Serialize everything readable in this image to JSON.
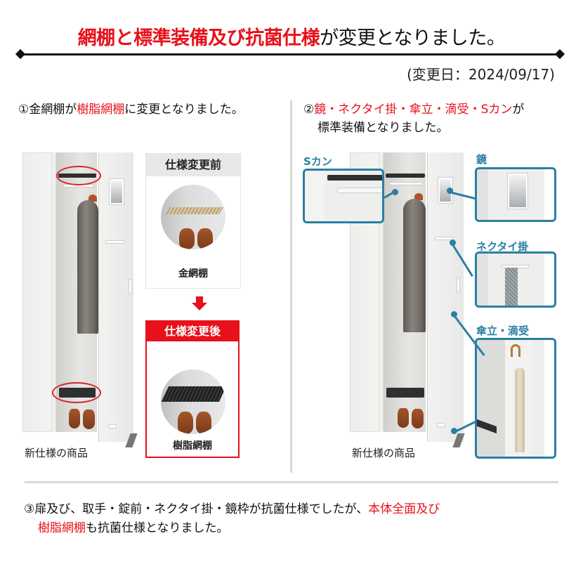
{
  "header": {
    "title_red": "網棚と標準装備及び抗菌仕様",
    "title_black": "が変更となりました。",
    "change_date": "(変更日：2024/09/17)"
  },
  "section1": {
    "number": "①",
    "text_before": "金網棚が",
    "text_red": "樹脂網棚",
    "text_after": "に変更となりました。",
    "before_panel": {
      "header": "仕様変更前",
      "caption": "金網棚"
    },
    "after_panel": {
      "header": "仕様変更後",
      "caption": "樹脂網棚"
    },
    "product_caption": "新仕様の商品"
  },
  "section2": {
    "number": "②",
    "text_red": "鏡・ネクタイ掛・傘立・滴受・Sカン",
    "text_black_1": "が",
    "text_black_2": "標準装備となりました。",
    "callouts": [
      {
        "id": "s-hook",
        "label": "Sカン"
      },
      {
        "id": "mirror",
        "label": "鏡"
      },
      {
        "id": "tie-hanger",
        "label": "ネクタイ掛"
      },
      {
        "id": "umbrella-stand",
        "label": "傘立・滴受"
      }
    ],
    "product_caption": "新仕様の商品"
  },
  "section3": {
    "number": "③",
    "text_black_1": "扉及び、取手・錠前・ネクタイ掛・鏡枠が抗菌仕様でしたが、",
    "text_red_1": "本体全面及び",
    "text_red_2": "樹脂網棚",
    "text_black_2": "も抗菌仕様となりました。"
  },
  "colors": {
    "accent_red": "#e8101a",
    "callout_teal": "#2a7fa3",
    "divider_gray": "#d9d9d9"
  }
}
